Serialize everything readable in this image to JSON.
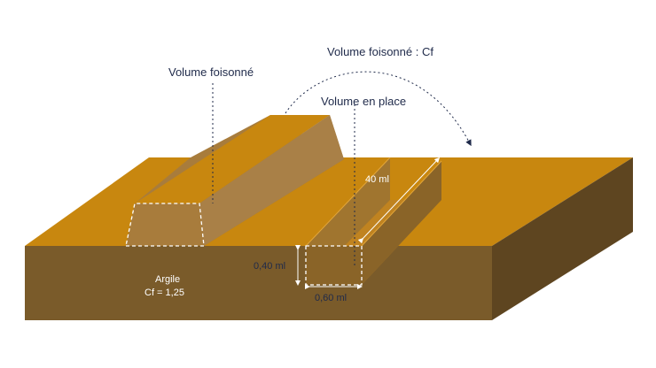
{
  "diagram": {
    "labels": {
      "volume_foisonne": "Volume foisonné",
      "volume_foisonne_cf": "Volume foisonné : Cf",
      "volume_en_place": "Volume en place",
      "length": "40 ml",
      "depth": "0,40 ml",
      "width": "0,60 ml",
      "soil_name": "Argile",
      "coefficient": "Cf = 1,25"
    },
    "colors": {
      "top_surface": "#c8870f",
      "front_face": "#7a5b2a",
      "right_face": "#5e4520",
      "mound_side": "#a87c3c",
      "trench_wall": "#a0752f",
      "trench_floor": "#c08320",
      "label_text": "#1f2a4a",
      "arrow": "#1f2a4a"
    }
  }
}
